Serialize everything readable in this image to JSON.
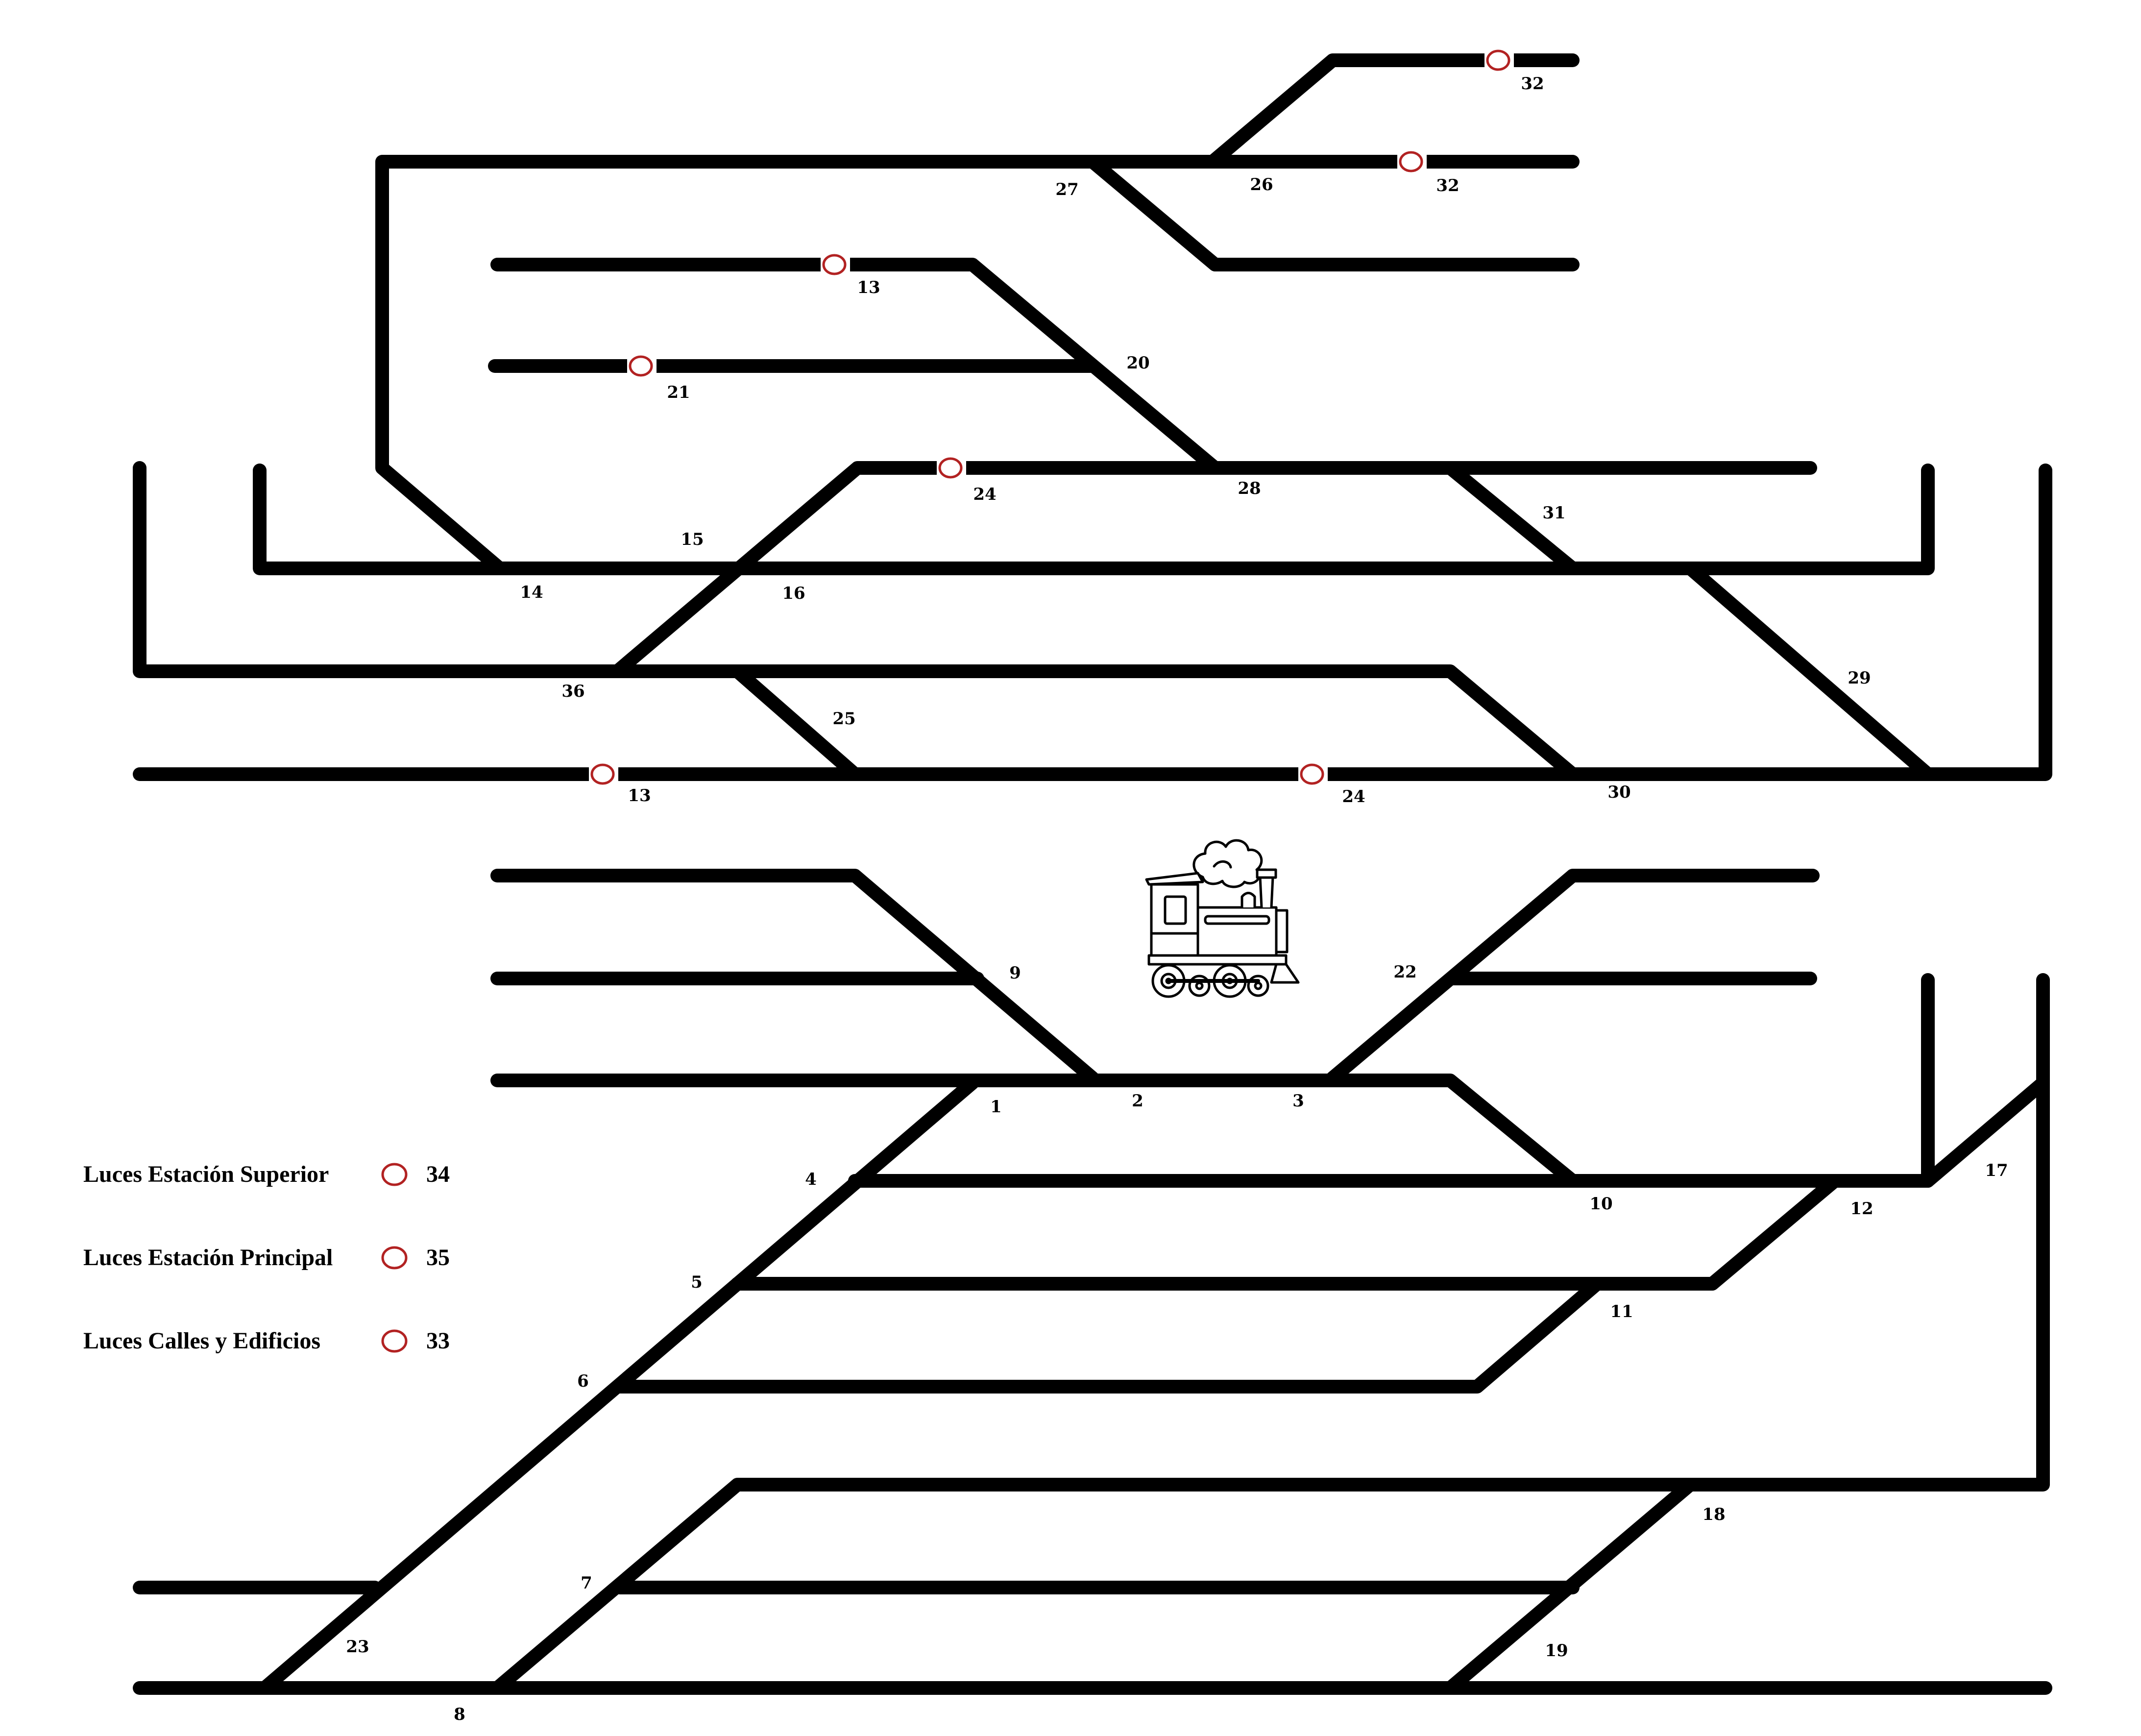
{
  "colors": {
    "track": "#000000",
    "signal": "#b22222",
    "background": "#ffffff"
  },
  "labels": {
    "l1": "1",
    "l2": "2",
    "l3": "3",
    "l4": "4",
    "l5": "5",
    "l6": "6",
    "l7": "7",
    "l8": "8",
    "l9": "9",
    "l10": "10",
    "l11": "11",
    "l12": "12",
    "l13a": "13",
    "l13b": "13",
    "l14": "14",
    "l15": "15",
    "l16": "16",
    "l17": "17",
    "l18": "18",
    "l19": "19",
    "l20": "20",
    "l21": "21",
    "l22": "22",
    "l23": "23",
    "l24a": "24",
    "l24b": "24",
    "l25": "25",
    "l26": "26",
    "l27": "27",
    "l28": "28",
    "l29": "29",
    "l30": "30",
    "l31": "31",
    "l32a": "32",
    "l32b": "32",
    "l36": "36"
  },
  "legend": [
    {
      "text": "Luces Estación Superior",
      "number": "34"
    },
    {
      "text": "Luces Estación Principal",
      "number": "35"
    },
    {
      "text": "Luces Calles y Edificios",
      "number": "33"
    }
  ],
  "icons": {
    "locomotive": "steam-locomotive-icon",
    "signal": "signal-light-icon"
  }
}
